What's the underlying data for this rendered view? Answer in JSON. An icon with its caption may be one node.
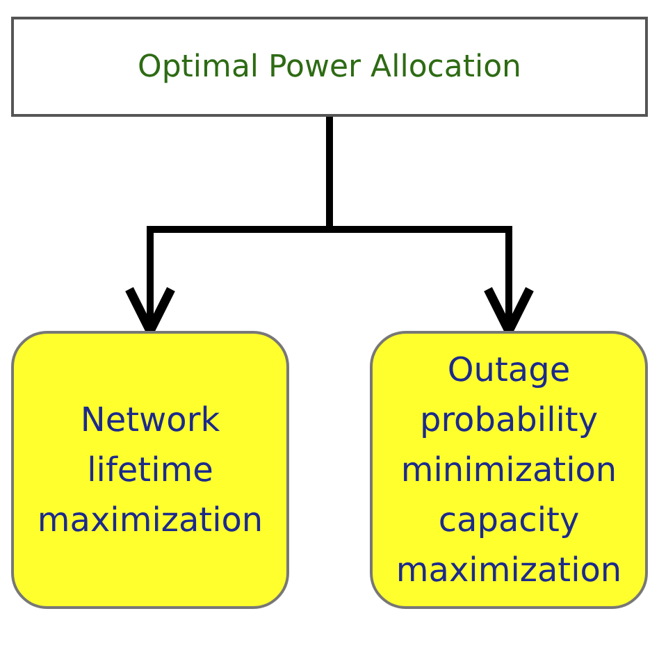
{
  "diagram": {
    "nodes": [
      {
        "text": [
          "Optimal Power Allocation"
        ]
      },
      {
        "text": [
          "Network lifetime maximization"
        ]
      },
      {
        "text": [
          "Outage probability minimization capacity maximization"
        ]
      }
    ],
    "edges": [
      {
        "from": 0,
        "to": 1,
        "arrow": "to"
      },
      {
        "from": 0,
        "to": 2,
        "arrow": "to"
      }
    ]
  }
}
